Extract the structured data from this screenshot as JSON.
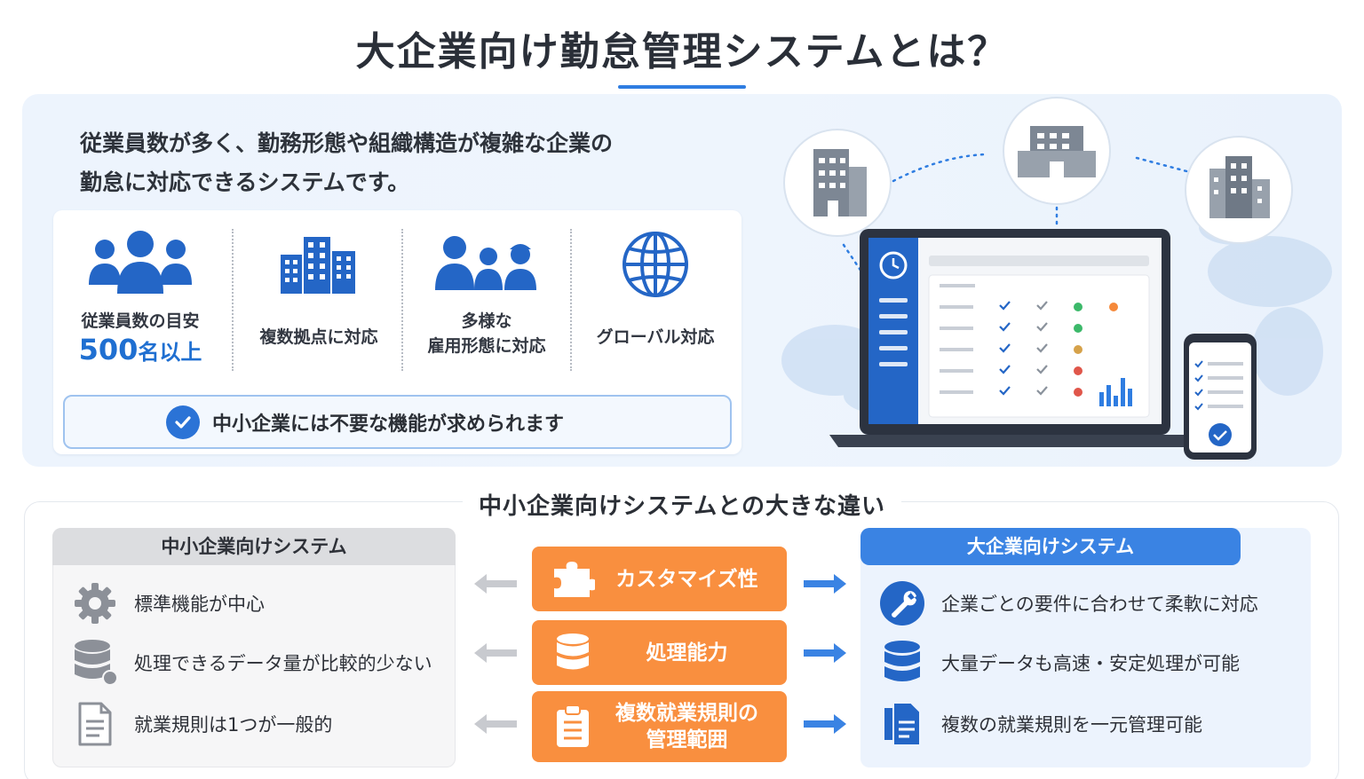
{
  "header": {
    "title": "大企業向け勤怠管理システムとは？"
  },
  "intro": {
    "line1": "従業員数が多く、勤務形態や組織構造が複雑な企業の",
    "line2": "勤怠に対応できるシステムです。"
  },
  "features": [
    {
      "icon": "people-group-icon",
      "label": "従業員数の目安",
      "value_num": "500",
      "value_unit": "名以上"
    },
    {
      "icon": "buildings-icon",
      "label": "複数拠点に対応"
    },
    {
      "icon": "diverse-workers-icon",
      "label_line1": "多様な",
      "label_line2": "雇用形態に対応"
    },
    {
      "icon": "globe-icon",
      "label": "グローバル対応"
    }
  ],
  "notice": {
    "text": "中小企業には不要な機能が求められます"
  },
  "comparison": {
    "title": "中小企業向けシステムとの大きな違い",
    "sme": {
      "title": "中小企業向けシステム",
      "items": [
        {
          "icon": "gear-icon",
          "text": "標準機能が中心"
        },
        {
          "icon": "database-icon",
          "text": "処理できるデータ量が比較的少ない"
        },
        {
          "icon": "document-icon",
          "text": "就業規則は1つが一般的"
        }
      ]
    },
    "criteria": [
      {
        "icon": "puzzle-icon",
        "label": "カスタマイズ性"
      },
      {
        "icon": "database-icon",
        "label": "処理能力"
      },
      {
        "icon": "clipboard-icon",
        "label_line1": "複数就業規則の",
        "label_line2": "管理範囲"
      }
    ],
    "enterprise": {
      "title": "大企業向けシステム",
      "items": [
        {
          "icon": "wrench-icon",
          "text": "企業ごとの要件に合わせて柔軟に対応"
        },
        {
          "icon": "database-icon",
          "text": "大量データも高速・安定処理が可能"
        },
        {
          "icon": "documents-icon",
          "text": "複数の就業規則を一元管理可能"
        }
      ]
    }
  },
  "colors": {
    "accent": "#2f7de1",
    "orange": "#f98f3f",
    "gray": "#dcdde0",
    "blue_panel": "#ecf3fd"
  }
}
